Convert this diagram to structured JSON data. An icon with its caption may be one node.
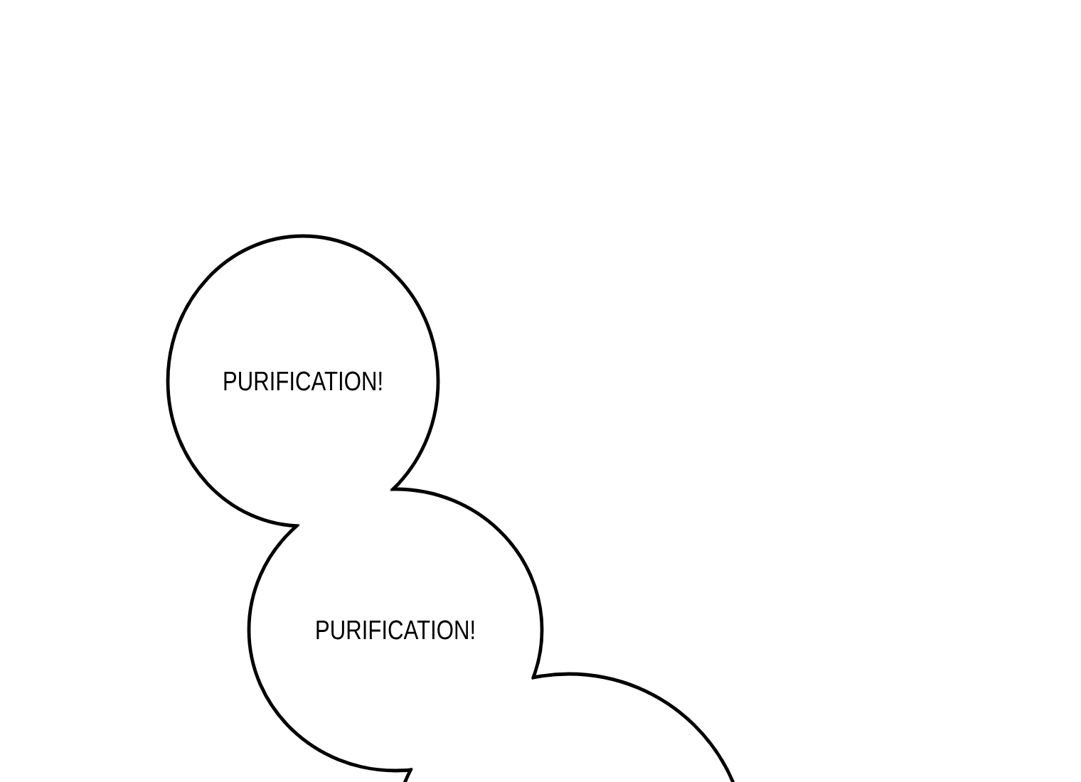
{
  "diagram": {
    "nodes": [
      {
        "text": [
          "PURIFICATION!"
        ]
      },
      {
        "text": [
          "PURIFICATION!"
        ]
      },
      {
        "text": [],
        "shape": "circle"
      }
    ]
  }
}
